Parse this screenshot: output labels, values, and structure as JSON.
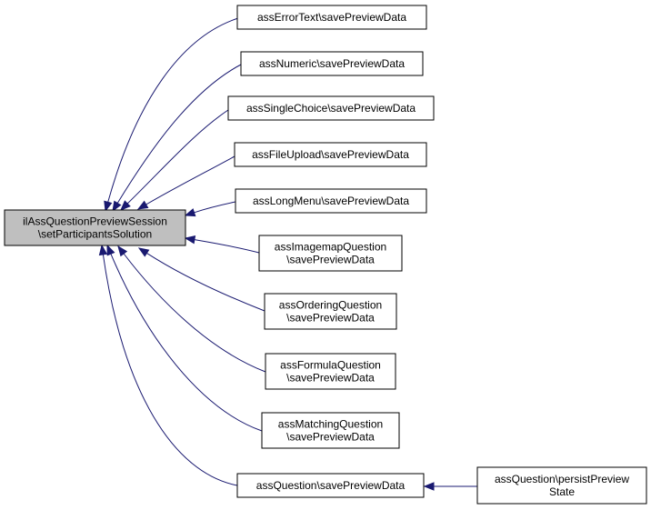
{
  "graph": {
    "colors": {
      "edge": "#191970",
      "focus_fill": "#bfbfbf",
      "node_fill": "#ffffff",
      "border": "#000000"
    },
    "focus": {
      "id": "focus",
      "lines": [
        "ilAssQuestionPreviewSession",
        "\\setParticipantsSolution"
      ]
    },
    "nodes": [
      {
        "id": "error_text",
        "lines": [
          "assErrorText\\savePreviewData"
        ]
      },
      {
        "id": "numeric",
        "lines": [
          "assNumeric\\savePreviewData"
        ]
      },
      {
        "id": "single_choice",
        "lines": [
          "assSingleChoice\\savePreviewData"
        ]
      },
      {
        "id": "file_upload",
        "lines": [
          "assFileUpload\\savePreviewData"
        ]
      },
      {
        "id": "long_menu",
        "lines": [
          "assLongMenu\\savePreviewData"
        ]
      },
      {
        "id": "imagemap",
        "lines": [
          "assImagemapQuestion",
          "\\savePreviewData"
        ]
      },
      {
        "id": "ordering",
        "lines": [
          "assOrderingQuestion",
          "\\savePreviewData"
        ]
      },
      {
        "id": "formula",
        "lines": [
          "assFormulaQuestion",
          "\\savePreviewData"
        ]
      },
      {
        "id": "matching",
        "lines": [
          "assMatchingQuestion",
          "\\savePreviewData"
        ]
      },
      {
        "id": "question",
        "lines": [
          "assQuestion\\savePreviewData"
        ]
      },
      {
        "id": "persist",
        "lines": [
          "assQuestion\\persistPreview",
          "State"
        ]
      }
    ],
    "edges": [
      {
        "from": "error_text",
        "to": "focus"
      },
      {
        "from": "numeric",
        "to": "focus"
      },
      {
        "from": "single_choice",
        "to": "focus"
      },
      {
        "from": "file_upload",
        "to": "focus"
      },
      {
        "from": "long_menu",
        "to": "focus"
      },
      {
        "from": "imagemap",
        "to": "focus"
      },
      {
        "from": "ordering",
        "to": "focus"
      },
      {
        "from": "formula",
        "to": "focus"
      },
      {
        "from": "matching",
        "to": "focus"
      },
      {
        "from": "question",
        "to": "focus"
      },
      {
        "from": "persist",
        "to": "question"
      }
    ]
  }
}
